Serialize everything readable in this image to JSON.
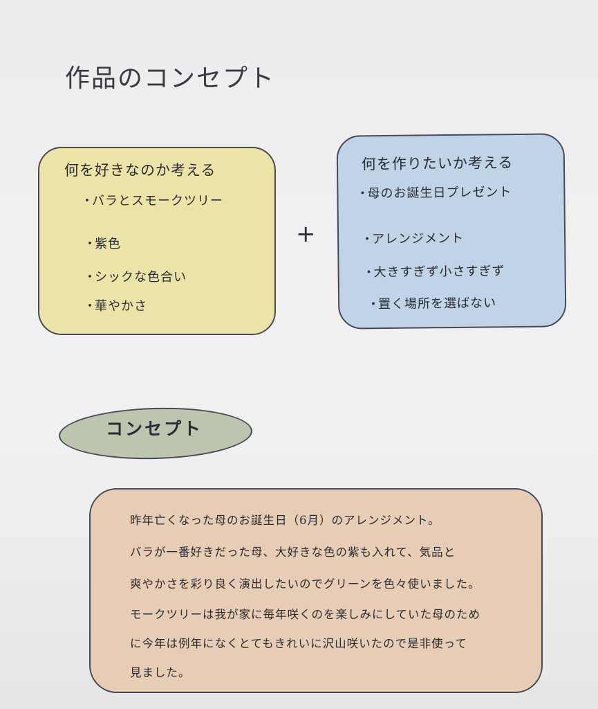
{
  "page": {
    "title": "作品のコンセプト"
  },
  "likes_box": {
    "heading": "何を好きなのか考える",
    "items": [
      "バラとスモークツリー",
      "紫色",
      "シックな色合い",
      "華やかさ"
    ]
  },
  "plus_sign": "+",
  "make_box": {
    "heading": "何を作りたいか考える",
    "items": [
      "母のお誕生日プレゼント",
      "アレンジメント",
      "大きすぎず小さすぎず",
      "置く場所を選ばない"
    ]
  },
  "concept": {
    "label": "コンセプト",
    "lines": [
      "昨年亡くなった母のお誕生日（6月）のアレンジメント。",
      "バラが一番好きだった母、大好きな色の紫も入れて、気品と",
      "爽やかさを彩り良く演出したいのでグリーンを色々使いました。",
      "モークツリーは我が家に毎年咲くのを楽しみにしていた母のため",
      "に今年は例年になくとてもきれいに沢山咲いたので是非使って",
      "見ました。"
    ]
  },
  "bullet": "・",
  "colors": {
    "likes_box_fill": "#ece3a8",
    "make_box_fill": "#c1d3e6",
    "concept_ellipse_fill": "#bcc6ae",
    "concept_box_fill": "#e8cdb6",
    "border": "#4a4856"
  }
}
